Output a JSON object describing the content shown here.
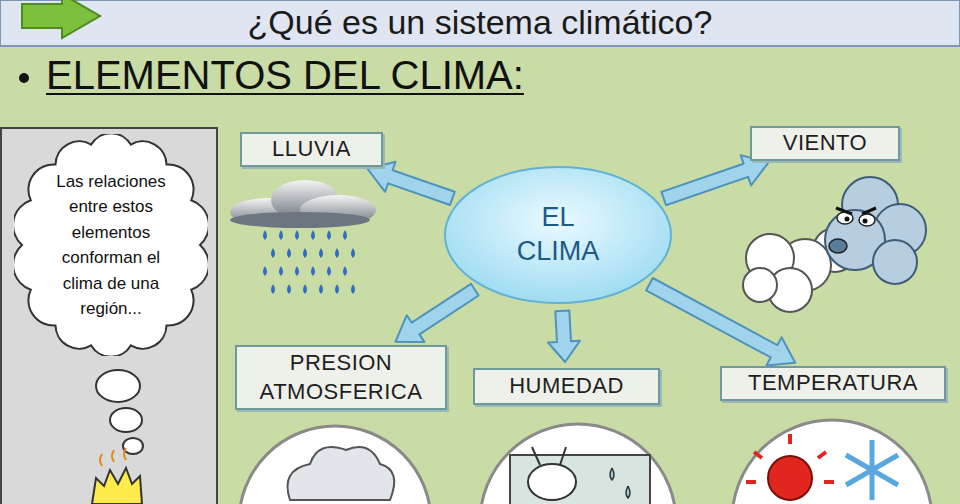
{
  "diagram": {
    "title": "¿Qué es un sistema climático?",
    "nodes": [
      {
        "text": [
          "Las relaciones entre estos elementos conforman el clima de una región..."
        ]
      },
      {
        "text": [
          "LLUVIA"
        ]
      },
      {
        "text": [
          "VIENTO"
        ]
      },
      {
        "text": [
          "EL CLIMA"
        ]
      },
      {
        "text": [
          "PRESION ATMOSFERICA"
        ]
      },
      {
        "text": [
          "HUMEDAD"
        ]
      },
      {
        "text": [
          "TEMPERATURA"
        ]
      }
    ],
    "edges": [
      {
        "from": 3,
        "to": 1,
        "arrow": "to"
      },
      {
        "from": 3,
        "to": 2,
        "arrow": "to"
      },
      {
        "from": 3,
        "to": 4,
        "arrow": "to"
      },
      {
        "from": 3,
        "to": 5,
        "arrow": "to"
      },
      {
        "from": 3,
        "to": 6,
        "arrow": "to"
      }
    ],
    "labels": [
      "ELEMENTOS DEL CLIMA:"
    ]
  }
}
